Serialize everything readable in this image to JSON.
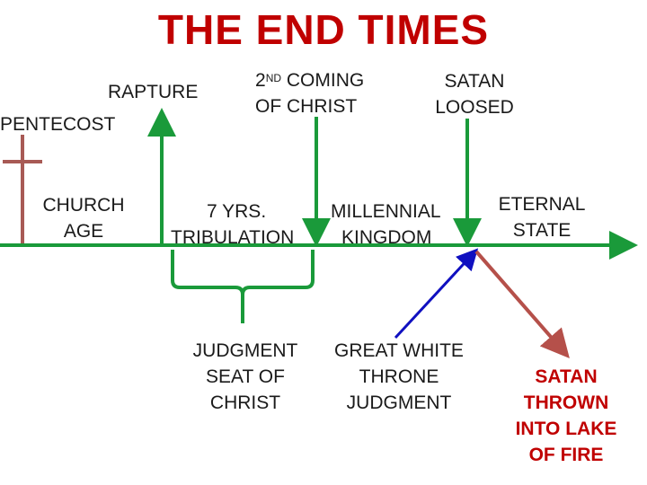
{
  "title": "THE END TIMES",
  "labels": {
    "rapture": "RAPTURE",
    "pentecost": "PENTECOST",
    "church_age": [
      "CHURCH",
      "AGE"
    ],
    "second_coming_pre": "2",
    "second_coming_sup": "ND",
    "second_coming_post": " COMING",
    "second_coming_line2": "OF CHRIST",
    "satan_loosed": [
      "SATAN",
      "LOOSED"
    ],
    "seven_yrs": "7 YRS.",
    "tribulation": "TRIBULATION",
    "millennial": "MILLENNIAL",
    "kingdom": "KINGDOM",
    "eternal_state": [
      "ETERNAL",
      "STATE"
    ],
    "judgment_seat": [
      "JUDGMENT",
      "SEAT OF",
      "CHRIST"
    ],
    "great_white_throne": [
      "GREAT WHITE",
      "THRONE",
      "JUDGMENT"
    ],
    "satan_thrown": [
      "SATAN",
      "THROWN",
      "INTO LAKE",
      "OF FIRE"
    ]
  },
  "colors": {
    "title": "#c00000",
    "timeline": "#1a9a3a",
    "cross": "#a85a55",
    "great_white_arrow": "#1010c0",
    "lake_of_fire_arrow": "#b5504a",
    "emphasis_text": "#c00000"
  }
}
